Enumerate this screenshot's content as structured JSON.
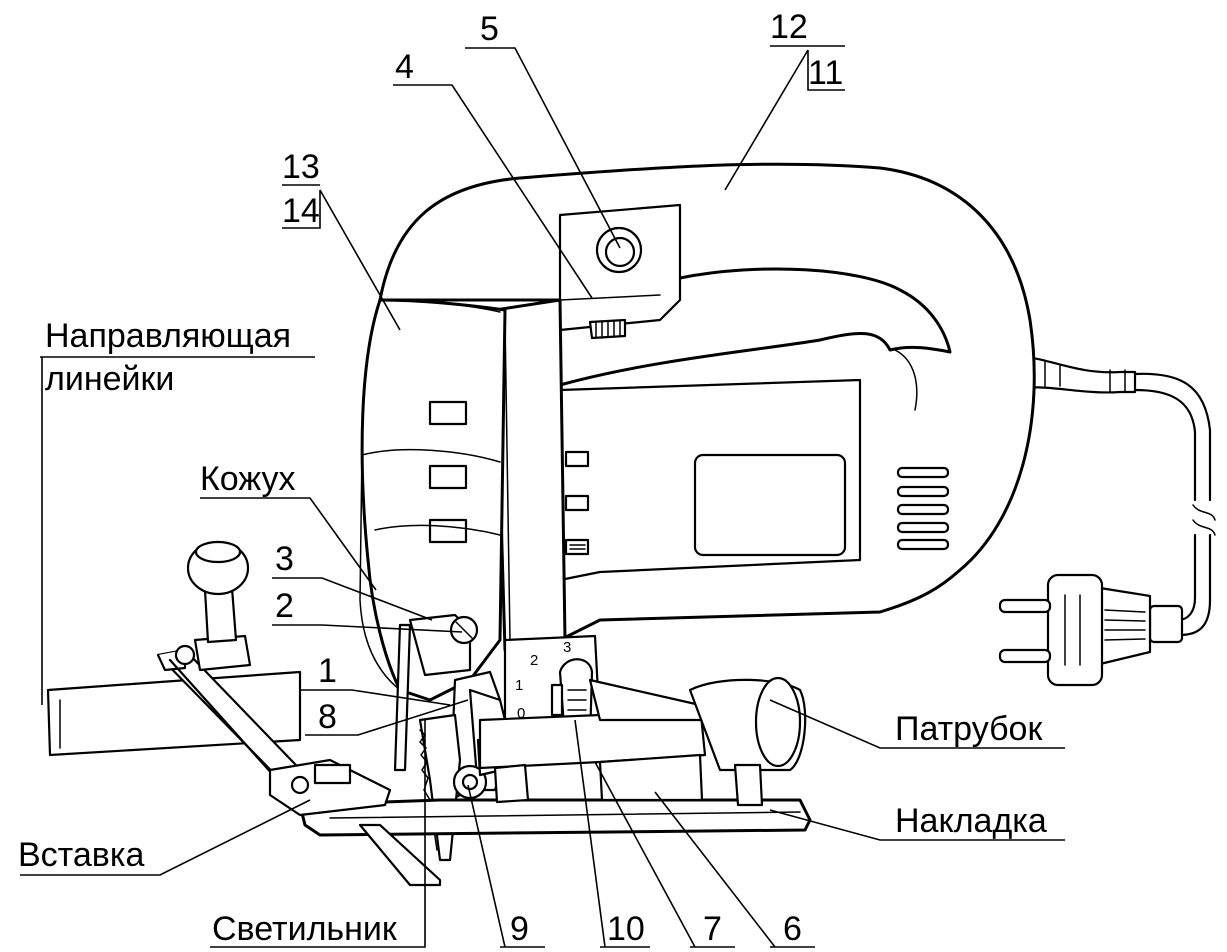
{
  "labels": {
    "guide": [
      "Направляющая",
      "линейки"
    ],
    "cover": "Кожух",
    "nozzle": "Патрубок",
    "overlay": "Накладка",
    "insert": "Вставка",
    "lamp": "Светильник"
  },
  "numbers": {
    "n1": "1",
    "n2": "2",
    "n3": "3",
    "n4": "4",
    "n5": "5",
    "n6": "6",
    "n7": "7",
    "n8": "8",
    "n9": "9",
    "n10": "10",
    "n11": "11",
    "n12": "12",
    "n13": "13",
    "n14": "14"
  },
  "dial_marks": [
    "0",
    "1",
    "2",
    "3"
  ]
}
